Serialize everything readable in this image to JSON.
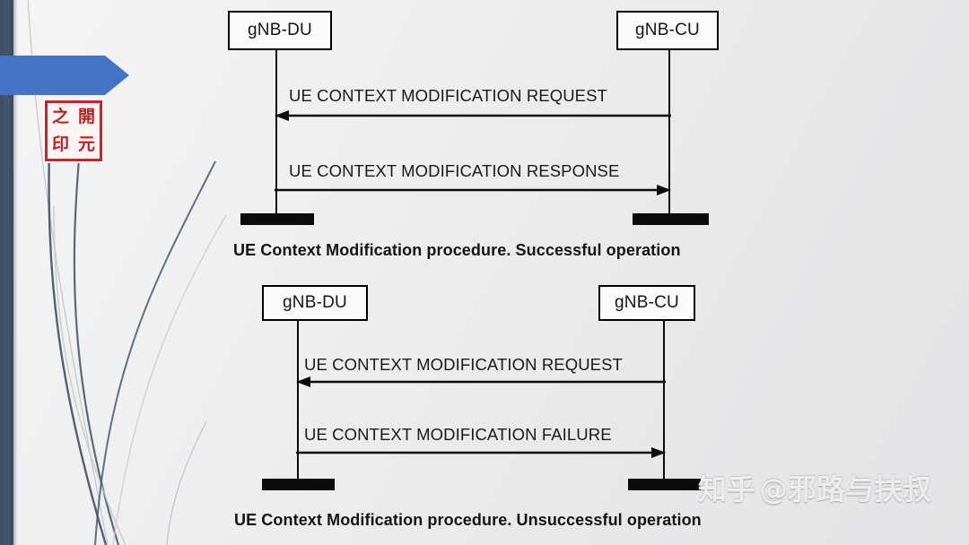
{
  "slide": {
    "background_top": "#f4f4f5",
    "background_bottom": "#e3e3e5",
    "accent_blue": "#4472C4",
    "stripe_navy": "#3e4f64",
    "seal_red": "#b4231f"
  },
  "decor": {
    "blue_arrow_name": "blue-arrow-banner",
    "seal_characters": [
      "之",
      "開",
      "印",
      "元"
    ]
  },
  "diagrams": [
    {
      "id": "successful",
      "left_node": "gNB-DU",
      "right_node": "gNB-CU",
      "messages": [
        {
          "label": "UE CONTEXT MODIFICATION REQUEST",
          "direction": "right-to-left"
        },
        {
          "label": "UE CONTEXT MODIFICATION RESPONSE",
          "direction": "left-to-right"
        }
      ],
      "caption": "UE Context Modification procedure. Successful operation"
    },
    {
      "id": "unsuccessful",
      "left_node": "gNB-DU",
      "right_node": "gNB-CU",
      "messages": [
        {
          "label": "UE CONTEXT MODIFICATION REQUEST",
          "direction": "right-to-left"
        },
        {
          "label": "UE CONTEXT MODIFICATION FAILURE",
          "direction": "left-to-right"
        }
      ],
      "caption": "UE Context Modification procedure. Unsuccessful operation"
    }
  ],
  "watermark": {
    "platform": "知乎",
    "handle": "@邪路与扶叔"
  }
}
